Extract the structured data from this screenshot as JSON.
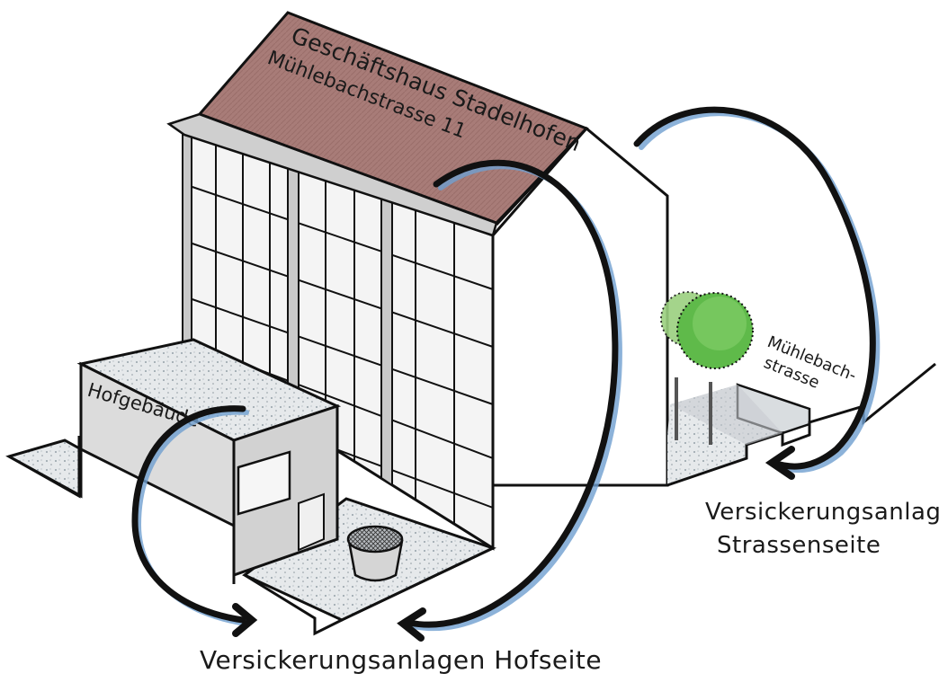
{
  "labels": {
    "roof_line1": "Geschäftshaus Stadelhofen",
    "roof_line2": "Mühlebachstrasse 11",
    "courtyard_building": "Hofgebäude",
    "street_line1": "Mühlebach-",
    "street_line2": "strasse",
    "infiltration_courtyard": "Versickerungsanlagen Hofseite",
    "infiltration_street_line1": "Versickerungsanlage",
    "infiltration_street_line2": "Strassenseite"
  },
  "colors": {
    "roof": "#9b6f6b",
    "facade_gray": "#cfcfcf",
    "tree_green": "#6fbf55",
    "arrow_shadow": "#6f9fd0",
    "ground_gravel": "#dfe3e6",
    "ink": "#111111"
  }
}
